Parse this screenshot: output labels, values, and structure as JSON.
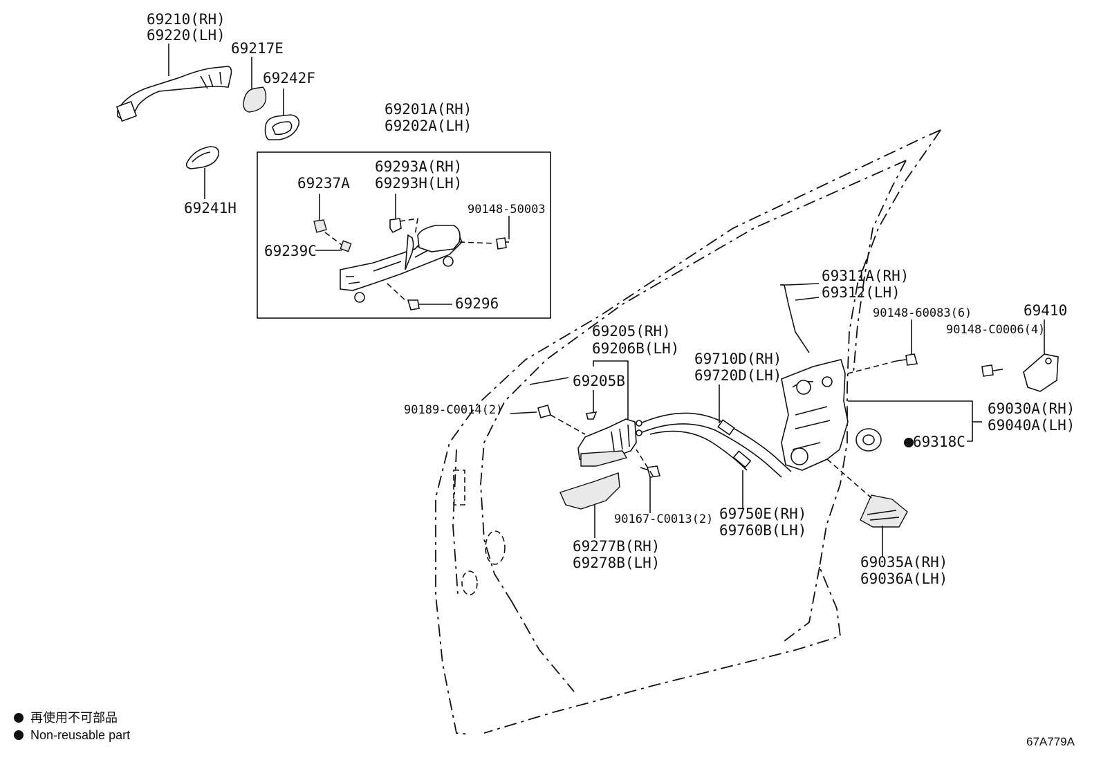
{
  "labels": {
    "l1a": "69210(RH)",
    "l1b": "69220(LH)",
    "l2": "69217E",
    "l3": "69242F",
    "l4": "69241H",
    "l5a": "69201A(RH)",
    "l5b": "69202A(LH)",
    "l6a": "69293A(RH)",
    "l6b": "69293H(LH)",
    "l7": "69237A",
    "l8": "90148-50003",
    "l9": "69239C",
    "l10": "69296",
    "l11a": "69311A(RH)",
    "l11b": "69312(LH)",
    "l12": "90148-60083(6)",
    "l13": "69410",
    "l14": "90148-C0006(4)",
    "l15a": "69205(RH)",
    "l15b": "69206B(LH)",
    "l16": "69205B",
    "l17a": "69710D(RH)",
    "l17b": "69720D(LH)",
    "l18": "90189-C0014(2)",
    "l19a": "69030A(RH)",
    "l19b": "69040A(LH)",
    "l20": "69318C",
    "l21": "90167-C0013(2)",
    "l22a": "69750E(RH)",
    "l22b": "69760B(LH)",
    "l23a": "69277B(RH)",
    "l23b": "69278B(LH)",
    "l24a": "69035A(RH)",
    "l24b": "69036A(LH)"
  },
  "legend": {
    "zh": "再使用不可部品",
    "en": "Non-reusable part"
  },
  "code": "67A779A"
}
